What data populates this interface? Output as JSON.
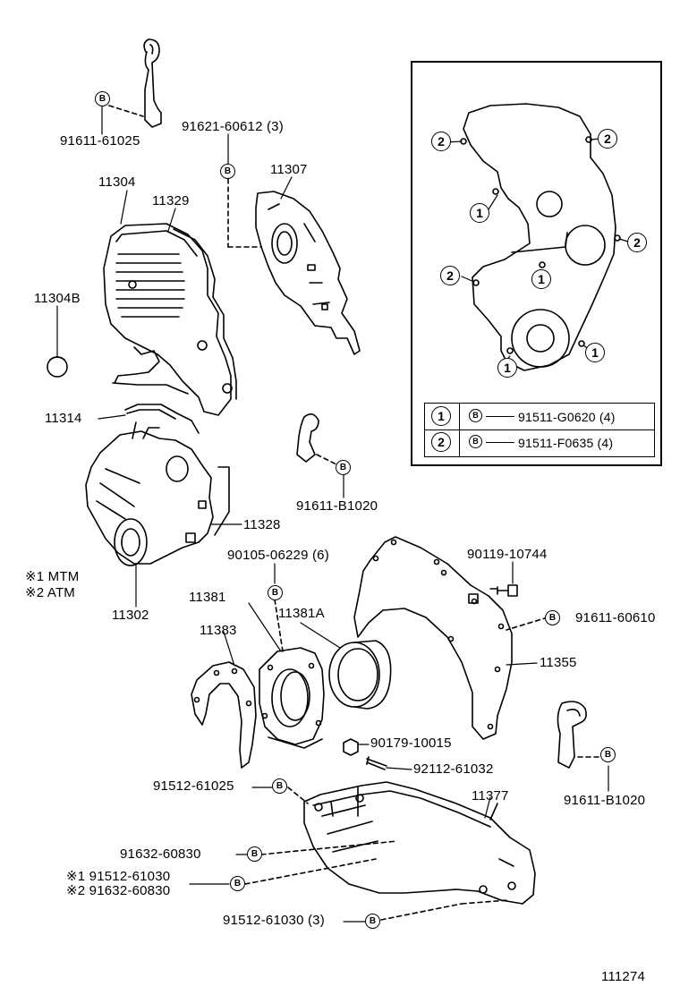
{
  "callouts": {
    "p91611_61025": "91611-61025",
    "p91621_60612": "91621-60612 (3)",
    "p11307": "11307",
    "p11304": "11304",
    "p11329": "11329",
    "p11304B": "11304B",
    "p11314": "11314",
    "p91611_B1020_a": "91611-B1020",
    "p11328": "11328",
    "p11302": "11302",
    "p90105_06229": "90105-06229 (6)",
    "p90119_10744": "90119-10744",
    "p91611_60610": "91611-60610",
    "p11381": "11381",
    "p11381A": "11381A",
    "p11383": "11383",
    "p11355": "11355",
    "p90179_10015": "90179-10015",
    "p92112_61032": "92112-61032",
    "p91512_61025": "91512-61025",
    "p11377": "11377",
    "p91611_B1020_b": "91611-B1020",
    "p91632_60830": "91632-60830",
    "p91512_61030_m1": "※1 91512-61030",
    "p91632_60830_m2": "※2 91632-60830",
    "p91512_61030_3": "91512-61030 (3)"
  },
  "notes": {
    "mtm": "※1 MTM",
    "atm": "※2 ATM"
  },
  "bolt_symbol": "B",
  "inset": {
    "markers": [
      "1",
      "2"
    ],
    "legend": [
      {
        "num": "1",
        "symbol": "B",
        "part": "91511-G0620 (4)"
      },
      {
        "num": "2",
        "symbol": "B",
        "part": "91511-F0635 (4)"
      }
    ]
  },
  "figure_number": "111274"
}
